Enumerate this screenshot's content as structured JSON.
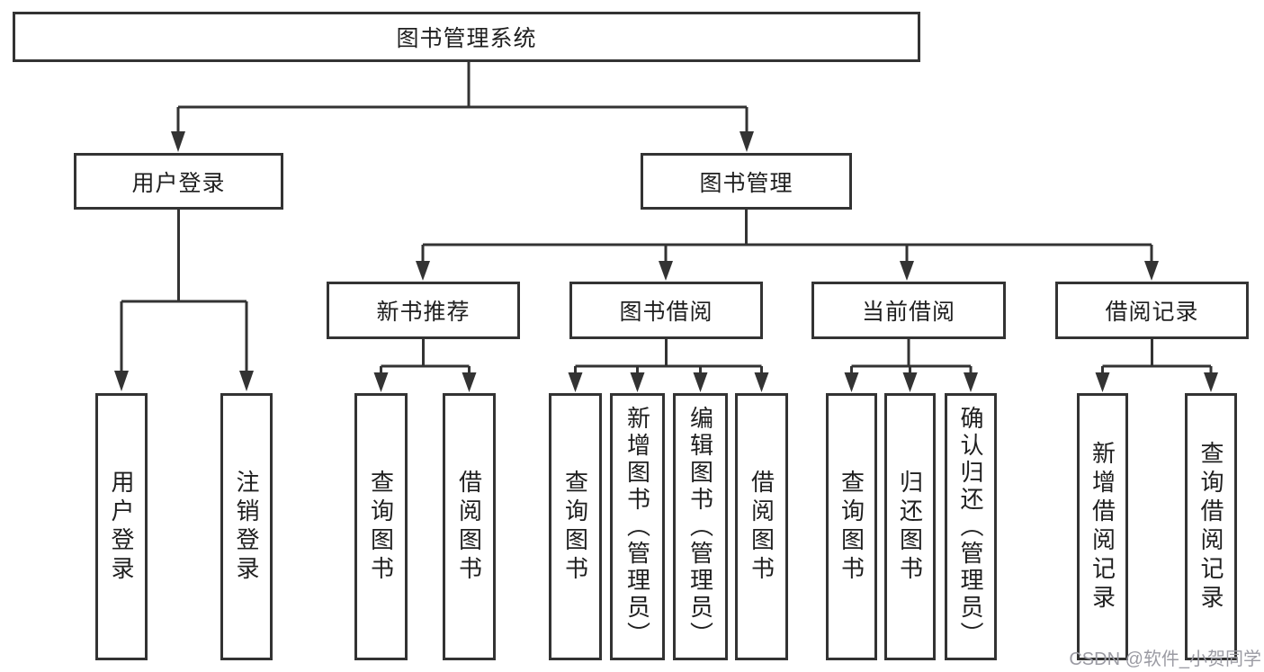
{
  "colors": {
    "line": "#333333",
    "box_border": "#333333",
    "text": "#1f1f1f",
    "watermark": "#9b9ba3",
    "background": "#ffffff"
  },
  "tree": {
    "root": {
      "label": "图书管理系统"
    },
    "branches": [
      {
        "label": "用户登录",
        "children": [
          {
            "label": "用户登录"
          },
          {
            "label": "注销登录"
          }
        ]
      },
      {
        "label": "图书管理",
        "children": [
          {
            "label": "新书推荐",
            "children": [
              {
                "label": "查询图书"
              },
              {
                "label": "借阅图书"
              }
            ]
          },
          {
            "label": "图书借阅",
            "children": [
              {
                "label": "查询图书"
              },
              {
                "label": "新增图书（管理员）"
              },
              {
                "label": "编辑图书（管理员）"
              },
              {
                "label": "借阅图书"
              }
            ]
          },
          {
            "label": "当前借阅",
            "children": [
              {
                "label": "查询图书"
              },
              {
                "label": "归还图书"
              },
              {
                "label": "确认归还（管理员）"
              }
            ]
          },
          {
            "label": "借阅记录",
            "children": [
              {
                "label": "新增借阅记录"
              },
              {
                "label": "查询借阅记录"
              }
            ]
          }
        ]
      }
    ]
  },
  "watermark": {
    "text": "CSDN @软件_小贺同学"
  }
}
